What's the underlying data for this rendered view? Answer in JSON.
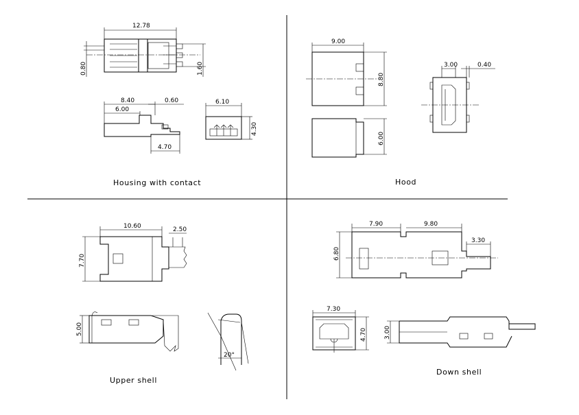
{
  "housing": {
    "caption": "Housing with contact",
    "dims": {
      "length": "12.78",
      "pitch": "0.80",
      "pin": "1.60",
      "side_total": "8.40",
      "side_body": "6.00",
      "tip": "0.60",
      "tail": "4.70",
      "front_w": "6.10",
      "front_h": "4.30"
    }
  },
  "hood": {
    "caption": "Hood",
    "dims": {
      "length": "9.00",
      "width": "8.80",
      "height": "6.00",
      "slot": "3.00",
      "gap": "0.40"
    }
  },
  "upper": {
    "caption": "Upper shell",
    "dims": {
      "length": "10.60",
      "tab": "2.50",
      "width": "7.70",
      "height": "5.00",
      "angle": "20°"
    }
  },
  "down": {
    "caption": "Down shell",
    "dims": {
      "front": "7.90",
      "rear": "9.80",
      "tail": "3.30",
      "width": "6.80",
      "opening": "7.30",
      "open_h": "4.70",
      "height": "3.00"
    }
  }
}
